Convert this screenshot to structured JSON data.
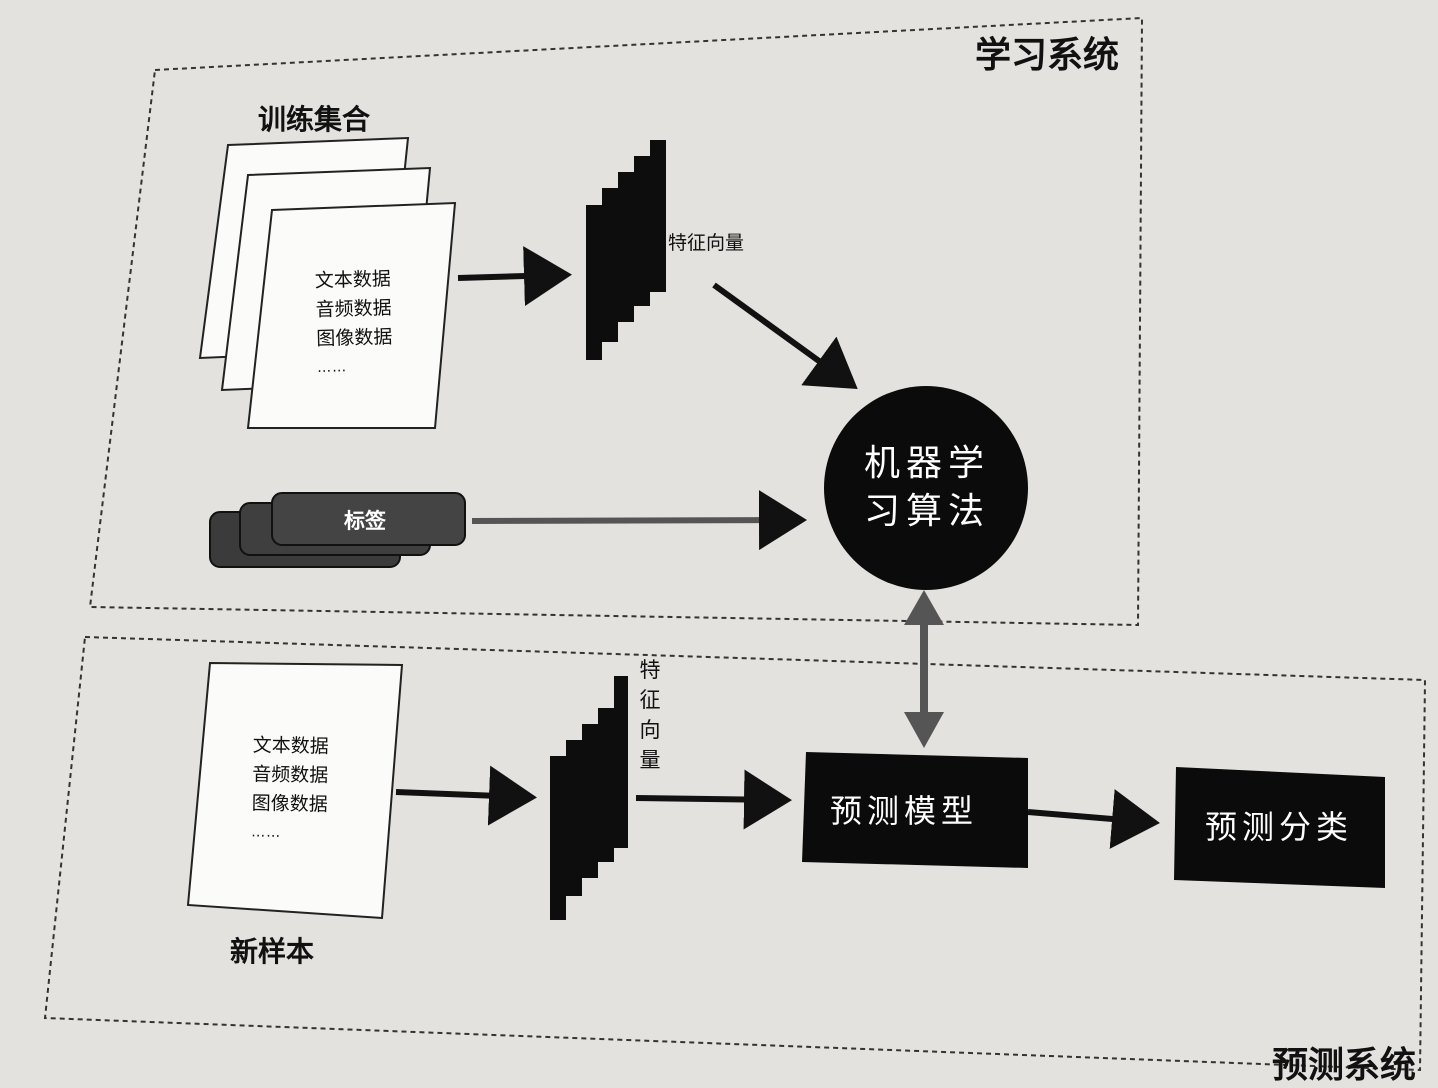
{
  "learning_system": {
    "title": "学习系统",
    "training_set_title": "训练集合",
    "documents": [
      "文本数据",
      "音频数据",
      "图像数据",
      "……"
    ],
    "feature_vector_label": "特征向量",
    "label_tag": "标签",
    "algorithm": "机器学习算法"
  },
  "prediction_system": {
    "title": "预测系统",
    "new_sample_title": "新样本",
    "documents": [
      "文本数据",
      "音频数据",
      "图像数据",
      "……"
    ],
    "feature_vector_label": "特征向量",
    "model": "预测模型",
    "classification": "预测分类"
  }
}
